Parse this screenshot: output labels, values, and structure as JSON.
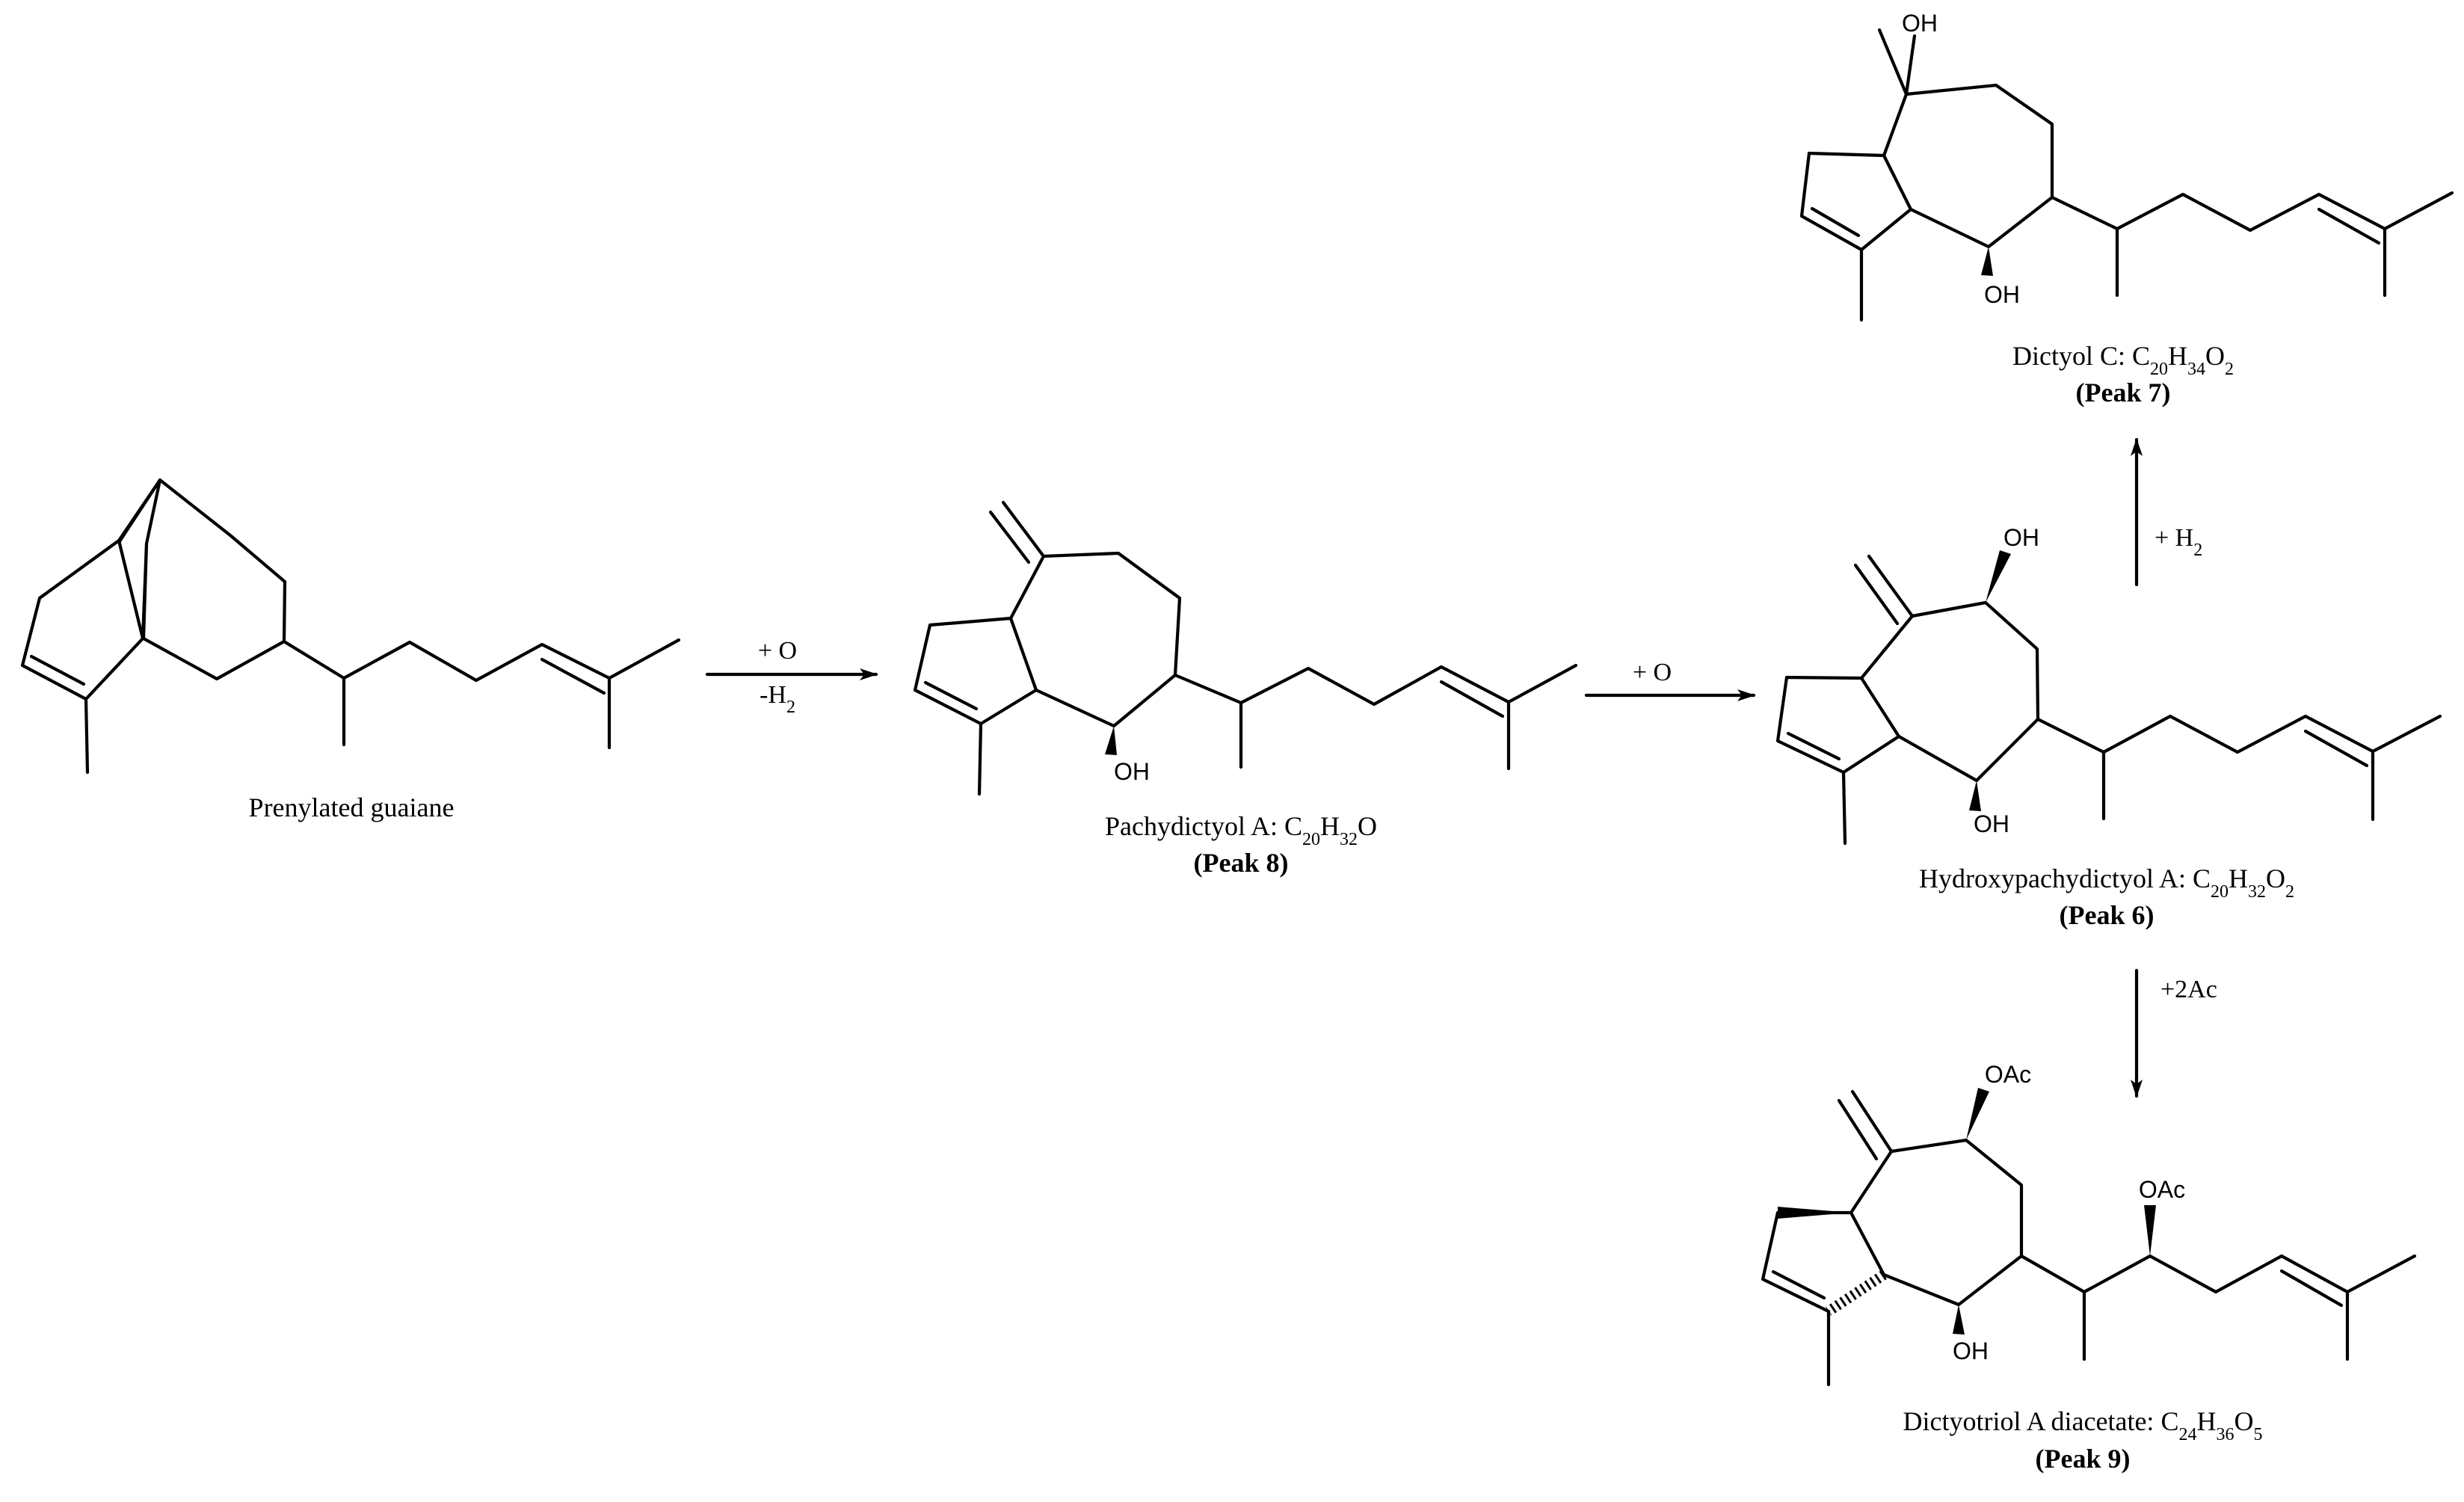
{
  "compounds": [
    {
      "id": "prenylated-guaiane",
      "name": "Prenylated guaiane",
      "formula_parts": [],
      "peak": "",
      "atoms": []
    },
    {
      "id": "pachydictyol-a",
      "name": "Pachydictyol A: ",
      "formula_parts": [
        {
          "t": "C",
          "sub": false
        },
        {
          "t": "20",
          "sub": true
        },
        {
          "t": "H",
          "sub": false
        },
        {
          "t": "32",
          "sub": true
        },
        {
          "t": "O",
          "sub": false
        }
      ],
      "peak": "(Peak 8)",
      "atoms": [
        "OH"
      ]
    },
    {
      "id": "hydroxypachydictyol-a",
      "name": "Hydroxypachydictyol A: ",
      "formula_parts": [
        {
          "t": "C",
          "sub": false
        },
        {
          "t": "20",
          "sub": true
        },
        {
          "t": "H",
          "sub": false
        },
        {
          "t": "32",
          "sub": true
        },
        {
          "t": "O",
          "sub": false
        },
        {
          "t": "2",
          "sub": true
        }
      ],
      "peak": "(Peak 6)",
      "atoms": [
        "OH",
        "OH"
      ]
    },
    {
      "id": "dictyol-c",
      "name": "Dictyol C: ",
      "formula_parts": [
        {
          "t": "C",
          "sub": false
        },
        {
          "t": "20",
          "sub": true
        },
        {
          "t": "H",
          "sub": false
        },
        {
          "t": "34",
          "sub": true
        },
        {
          "t": "O",
          "sub": false
        },
        {
          "t": "2",
          "sub": true
        }
      ],
      "peak": "(Peak 7)",
      "atoms": [
        "OH",
        "OH"
      ]
    },
    {
      "id": "dictyotriol-a-diacetate",
      "name": "Dictyotriol A diacetate: ",
      "formula_parts": [
        {
          "t": "C",
          "sub": false
        },
        {
          "t": "24",
          "sub": true
        },
        {
          "t": "H",
          "sub": false
        },
        {
          "t": "36",
          "sub": true
        },
        {
          "t": "O",
          "sub": false
        },
        {
          "t": "5",
          "sub": true
        }
      ],
      "peak": "(Peak 9)",
      "atoms": [
        "OAc",
        "OAc",
        "OH"
      ]
    }
  ],
  "reactions": [
    {
      "id": "r1",
      "from": "prenylated-guaiane",
      "to": "pachydictyol-a",
      "labels": [
        [
          {
            "t": "+ O",
            "sub": false
          }
        ],
        [
          {
            "t": "-H",
            "sub": false
          },
          {
            "t": "2",
            "sub": true
          }
        ]
      ]
    },
    {
      "id": "r2",
      "from": "pachydictyol-a",
      "to": "hydroxypachydictyol-a",
      "labels": [
        [
          {
            "t": "+ O",
            "sub": false
          }
        ]
      ]
    },
    {
      "id": "r3",
      "from": "hydroxypachydictyol-a",
      "to": "dictyol-c",
      "labels": [
        [
          {
            "t": "+ H",
            "sub": false
          },
          {
            "t": "2",
            "sub": true
          }
        ]
      ]
    },
    {
      "id": "r4",
      "from": "hydroxypachydictyol-a",
      "to": "dictyotriol-a-diacetate",
      "labels": [
        [
          {
            "t": "+2Ac",
            "sub": false
          }
        ]
      ]
    }
  ],
  "colors": {
    "ink": "#000000",
    "background": "#ffffff"
  }
}
